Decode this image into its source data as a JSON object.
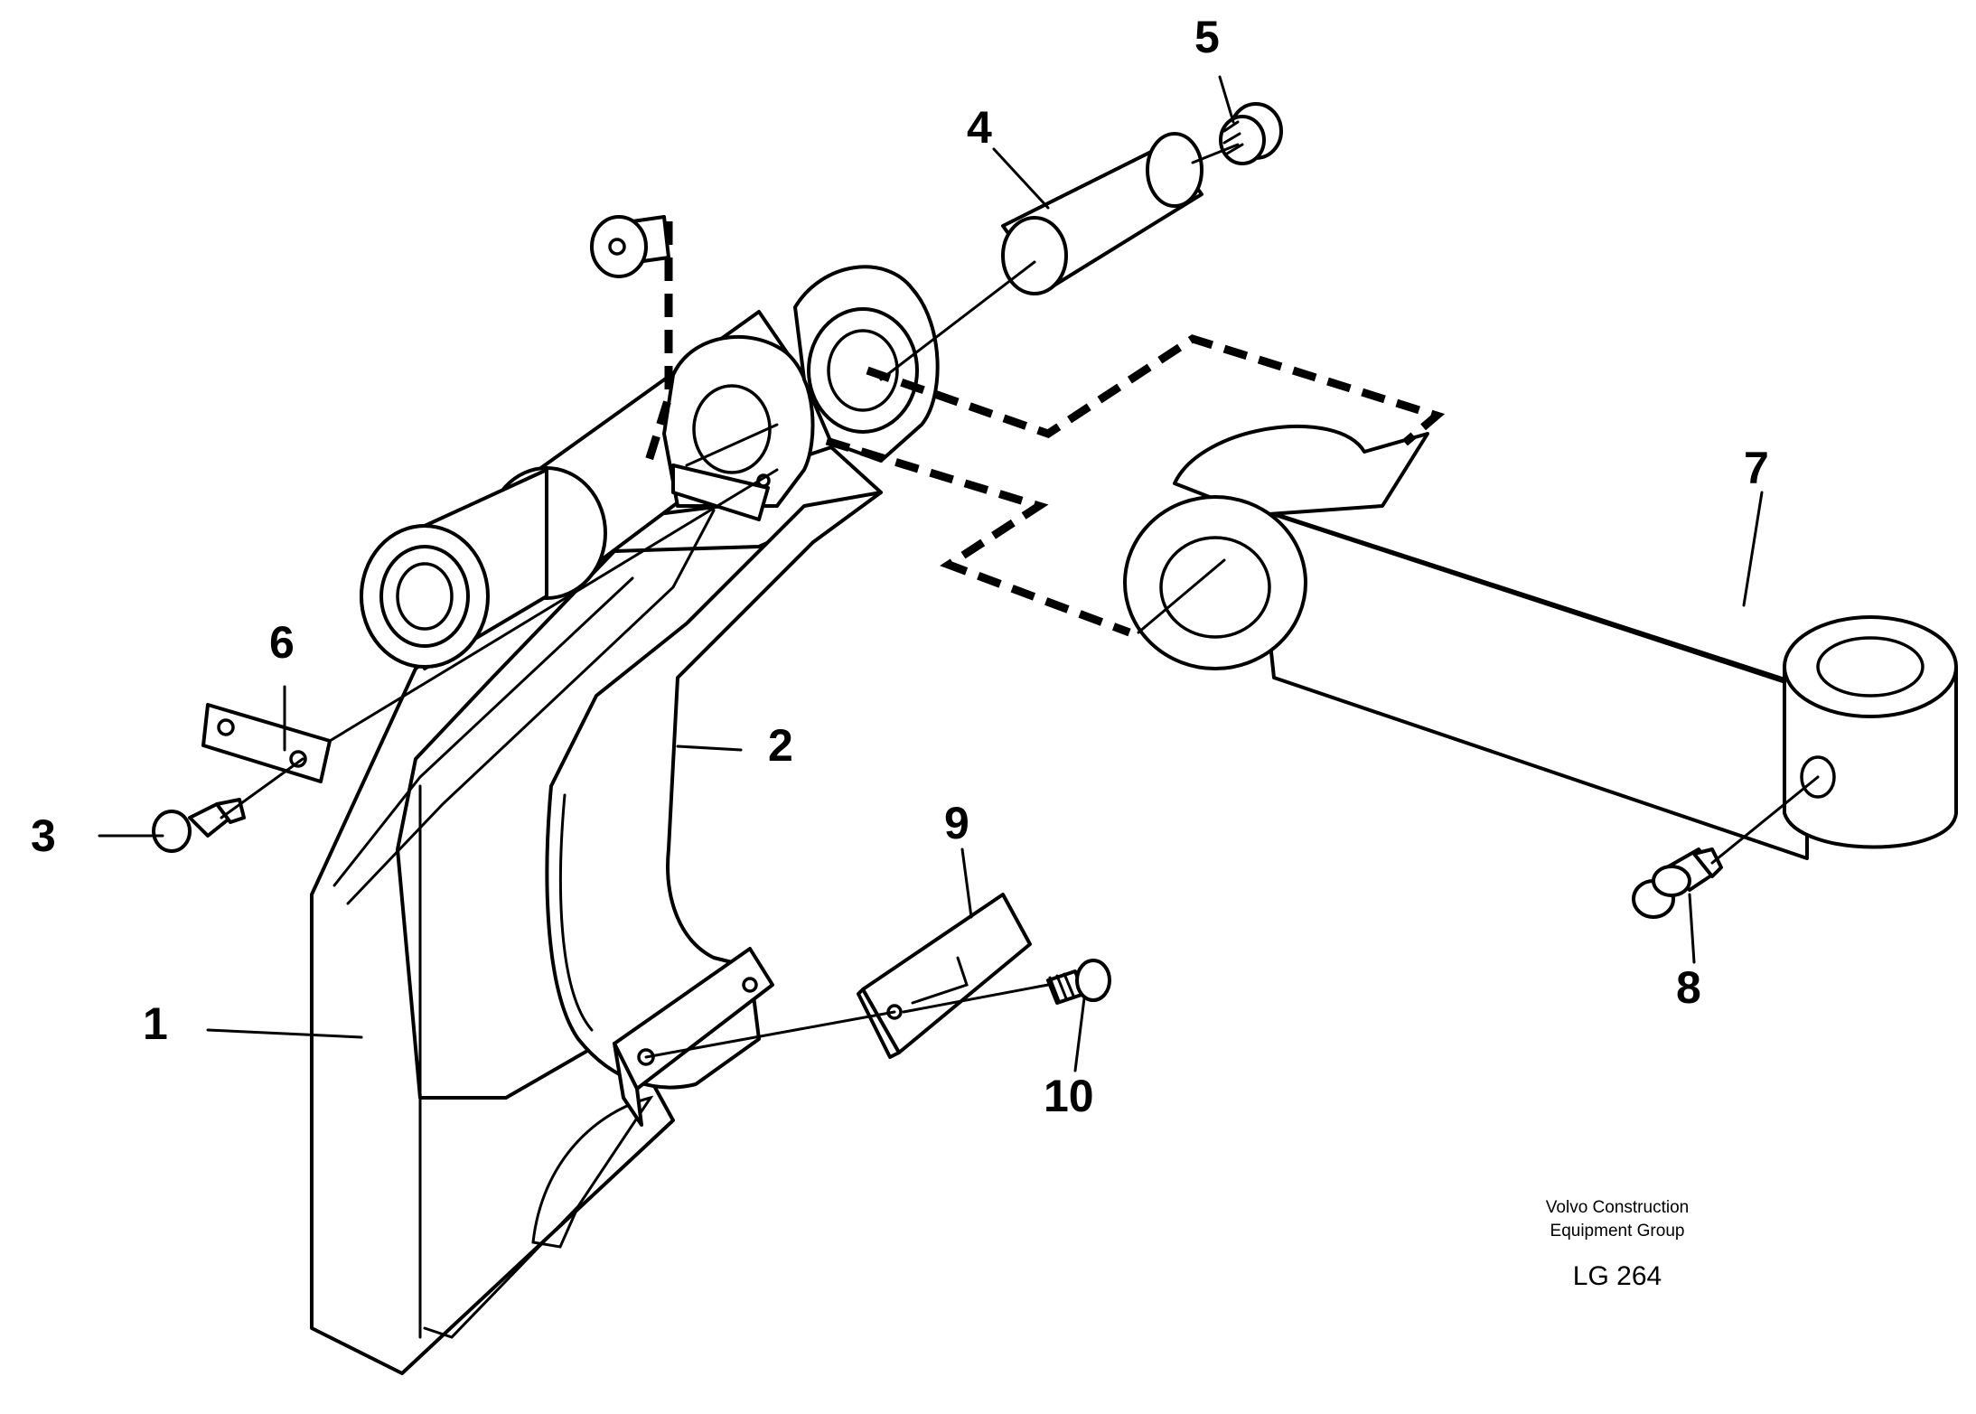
{
  "callouts": [
    {
      "id": "1",
      "text": "1"
    },
    {
      "id": "2",
      "text": "2"
    },
    {
      "id": "3",
      "text": "3"
    },
    {
      "id": "4",
      "text": "4"
    },
    {
      "id": "5",
      "text": "5"
    },
    {
      "id": "6",
      "text": "6"
    },
    {
      "id": "7",
      "text": "7"
    },
    {
      "id": "8",
      "text": "8"
    },
    {
      "id": "9",
      "text": "9"
    },
    {
      "id": "10",
      "text": "10"
    }
  ],
  "footer": {
    "company_line1": "Volvo Construction",
    "company_line2": "Equipment Group",
    "drawing_code": "LG 264"
  }
}
